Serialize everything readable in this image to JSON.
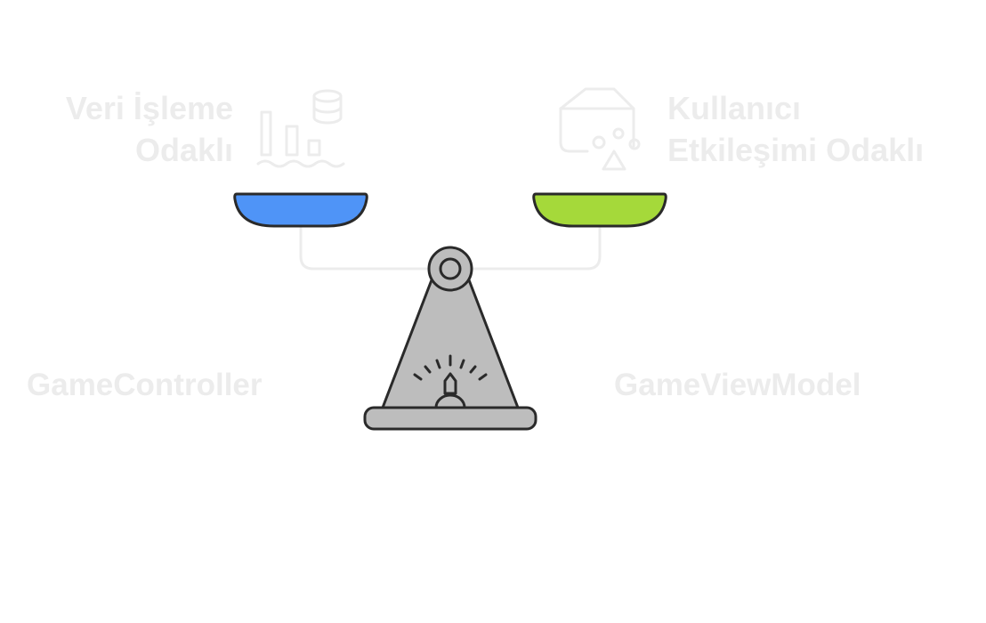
{
  "left": {
    "title_line1": "Veri İşleme",
    "title_line2": "Odaklı",
    "name": "GameController",
    "pan_color": "#4f94f7",
    "icon": "data-processing-icon"
  },
  "right": {
    "title_line1": "Kullanıcı",
    "title_line2": "Etkileşimi Odaklı",
    "name": "GameViewModel",
    "pan_color": "#a5d93a",
    "icon": "user-interaction-icon"
  },
  "scale": {
    "icon": "balance-scale-icon",
    "body_color": "#bdbdbd",
    "stroke_color": "#2a2a2a"
  }
}
